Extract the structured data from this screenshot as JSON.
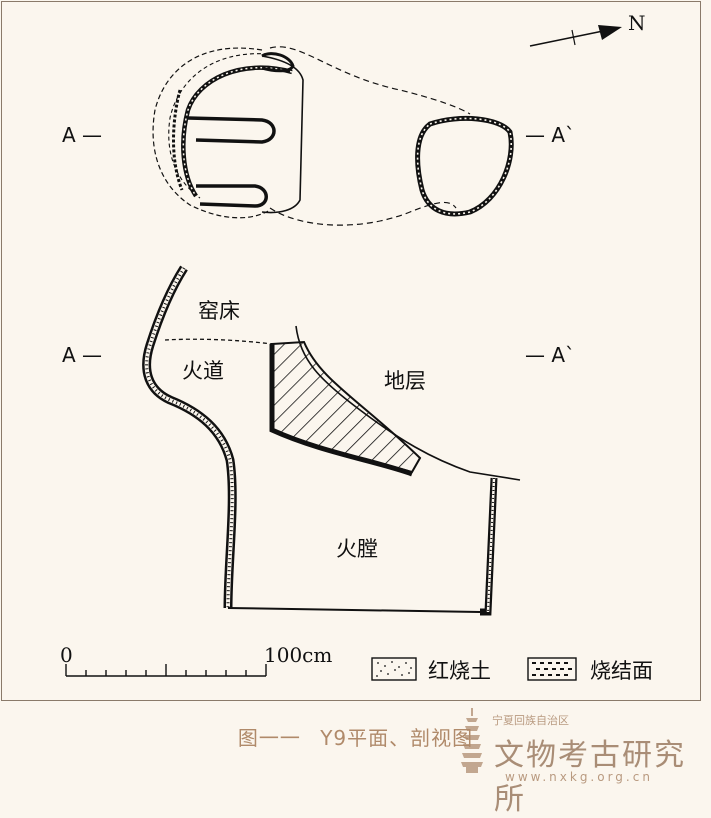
{
  "labels": {
    "north": "N",
    "section_a_left": "A —",
    "section_a_right": "— A`",
    "kiln_bed": "窑床",
    "fire_channel": "火道",
    "stratum": "地层",
    "firebox": "火膛"
  },
  "scale": {
    "zero": "0",
    "end": "100cm"
  },
  "legend": {
    "red_burnt_soil": "红烧土",
    "fired_surface": "烧结面"
  },
  "caption": {
    "figure_no": "图一一",
    "title": "Y9平面、剖视图"
  },
  "watermark": {
    "org_top": "宁夏回族自治区",
    "org_main": "文物考古研究所",
    "url": "www.nxkg.org.cn"
  },
  "colors": {
    "ink": "#111111",
    "paper": "#fbf6ee",
    "caption": "#b08a6a",
    "watermark": "#a98d76"
  }
}
